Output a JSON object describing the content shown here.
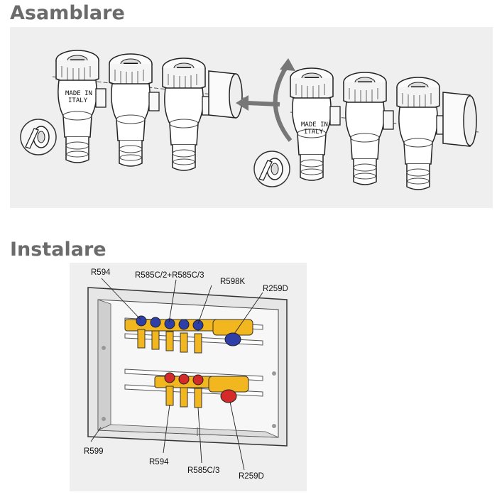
{
  "sections": {
    "assembly": {
      "title": "Asamblare"
    },
    "install": {
      "title": "Instalare"
    }
  },
  "markings": {
    "made_in_left": "MADE IN",
    "italy_left": "ITALY",
    "made_in_right": "MADE IN",
    "italy_right": "ITALY"
  },
  "install_labels": {
    "r594_top": "R594",
    "r585c_pair": "R585C/2+R585C/3",
    "r598k": "R598K",
    "r259d_top": "R259D",
    "r599": "R599",
    "r594_bottom": "R594",
    "r585c3": "R585C/3",
    "r259d_bottom": "R259D"
  },
  "colors": {
    "title": "#6b6b6b",
    "panel_bg": "#efefef",
    "brass": "#f2b71f",
    "handle_blue": "#2f3fa8",
    "handle_red": "#d42a2a",
    "arrow": "#777777"
  }
}
